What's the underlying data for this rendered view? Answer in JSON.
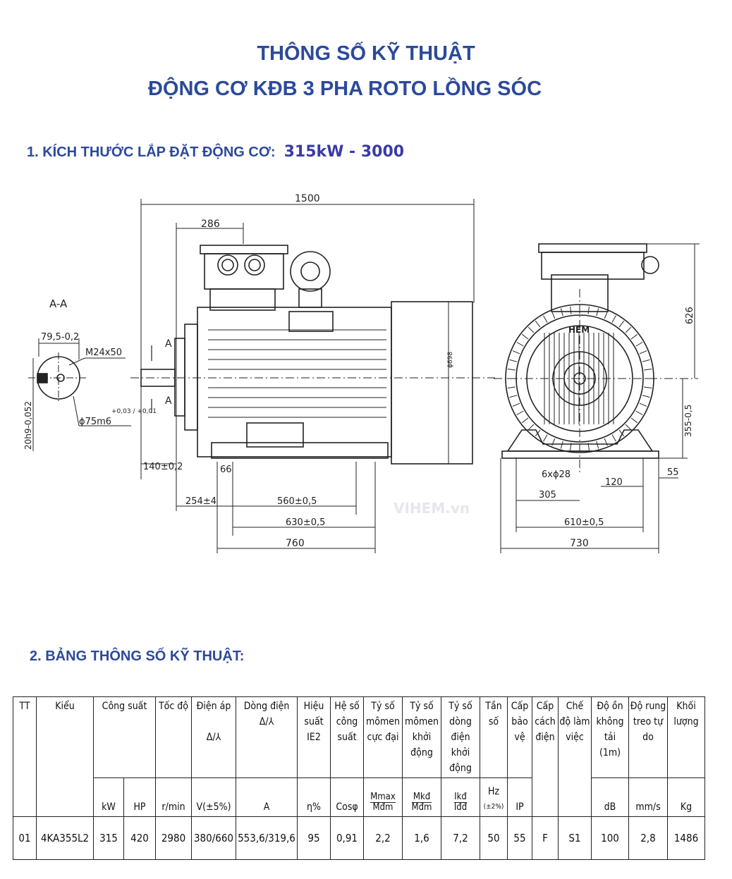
{
  "header": {
    "title_line1": "THÔNG SỐ KỸ THUẬT",
    "title_line2": "ĐỘNG CƠ KĐB 3 PHA ROTO LỒNG SÓC"
  },
  "section1": {
    "label": "1. KÍCH THƯỚC LẮP ĐẶT ĐỘNG CƠ:",
    "power": "315kW - 3000"
  },
  "drawing": {
    "section_mark": "A-A",
    "a_mark": "A",
    "dims": {
      "d1500": "1500",
      "d286": "286",
      "d79": "79,5-0,2",
      "m24": "M24x50",
      "d20h9": "20h9-0,052",
      "phi75": "ϕ75m6",
      "phi75_tol": "+0,03 / +0,01",
      "d140": "140±0,2",
      "d66": "66",
      "d254": "254±4",
      "d560": "560±0,5",
      "d630": "630±0,5",
      "d760": "760",
      "phi698": "ϕ698",
      "d626": "626",
      "d355": "355-0,5",
      "d55": "55",
      "holes": "6xϕ28",
      "d120": "120",
      "d305": "305",
      "d610": "610±0,5",
      "d730": "730"
    },
    "watermark": "VIHEM.vn",
    "logo_text": "HEM"
  },
  "section2": {
    "label": "2. BẢNG THÔNG SỐ KỸ THUẬT:"
  },
  "table": {
    "headers": {
      "tt": "TT",
      "kieu": "Kiểu",
      "cong_suat": "Công suất",
      "toc_do": "Tốc độ",
      "dien_ap": "Điện áp",
      "dien_ap_sym": "Δ/⅄",
      "dong_dien": "Dòng điện",
      "dong_dien_sym": "Δ/⅄",
      "hieu_suat": "Hiệu suất IE2",
      "he_so": "Hệ số công suất",
      "ty_so_mmax": "Tỷ số mômen cực đại",
      "ty_so_mkd": "Tỷ số mômen khởi động",
      "ty_so_ikd": "Tỷ số dòng điện khởi động",
      "tan_so": "Tần số",
      "cap_bao_ve": "Cấp bảo vệ",
      "cap_cach_dien": "Cấp cách điện",
      "che_do": "Chế độ làm việc",
      "do_on": "Độ ồn không tải (1m)",
      "do_rung": "Độ rung treo tự do",
      "khoi_luong": "Khối lượng"
    },
    "units": {
      "kw": "kW",
      "hp": "HP",
      "rpm": "r/min",
      "v": "V(±5%)",
      "a": "A",
      "eta": "η%",
      "cos": "Cosφ",
      "mmax_n": "Mmax",
      "mmax_d": "Mđm",
      "mkd_n": "Mkđ",
      "mkd_d": "Mđm",
      "ikd_n": "Ikđ",
      "ikd_d": "Iđđ",
      "hz": "Hz",
      "hz_tol": "(±2%)",
      "ip": "IP",
      "db": "dB",
      "mms": "mm/s",
      "kg": "Kg"
    },
    "row": {
      "tt": "01",
      "kieu": "4KA355L2",
      "kw": "315",
      "hp": "420",
      "rpm": "2980",
      "v": "380/660",
      "a": "553,6/319,6",
      "eta": "95",
      "cos": "0,91",
      "mmax": "2,2",
      "mkd": "1,6",
      "ikd": "7,2",
      "hz": "50",
      "ip": "55",
      "insul": "F",
      "duty": "S1",
      "db": "100",
      "vib": "2,8",
      "kg": "1486"
    }
  },
  "colors": {
    "title": "#2c4a9a",
    "power": "#3a3aa8",
    "line": "#222222"
  }
}
